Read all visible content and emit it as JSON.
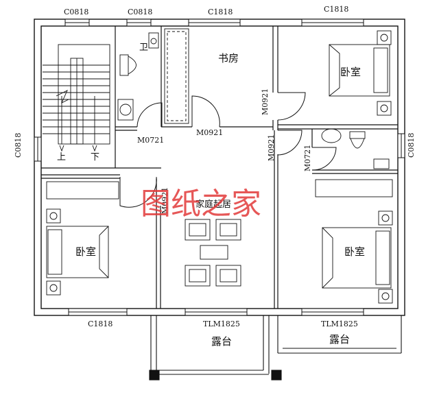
{
  "labels": {
    "c0818_top_left": "C0818",
    "c0818_top_mid": "C0818",
    "c1818_top": "C1818",
    "c1818_top_right": "C1818",
    "c0818_left": "C0818",
    "c0818_right": "C0818",
    "c1818_bottom": "C1818",
    "tlm1825_mid": "TLM1825",
    "tlm1825_right": "TLM1825",
    "m0721_left": "M0721",
    "m0921_mid": "M0921",
    "m0921_vert_top": "M0921",
    "m0921_vert_mid": "M0921",
    "m0721_vert": "M0721",
    "m0921_vert_left": "M0921"
  },
  "rooms": {
    "bathroom_top": "卫",
    "study": "书房",
    "bedroom_top_right": "卧室",
    "bedroom_left": "卧室",
    "bedroom_right": "卧室",
    "living": "家庭起居",
    "terrace_mid": "露台",
    "terrace_right": "露台",
    "stair_up": "上",
    "stair_down": "下"
  },
  "watermark": "图纸之家"
}
